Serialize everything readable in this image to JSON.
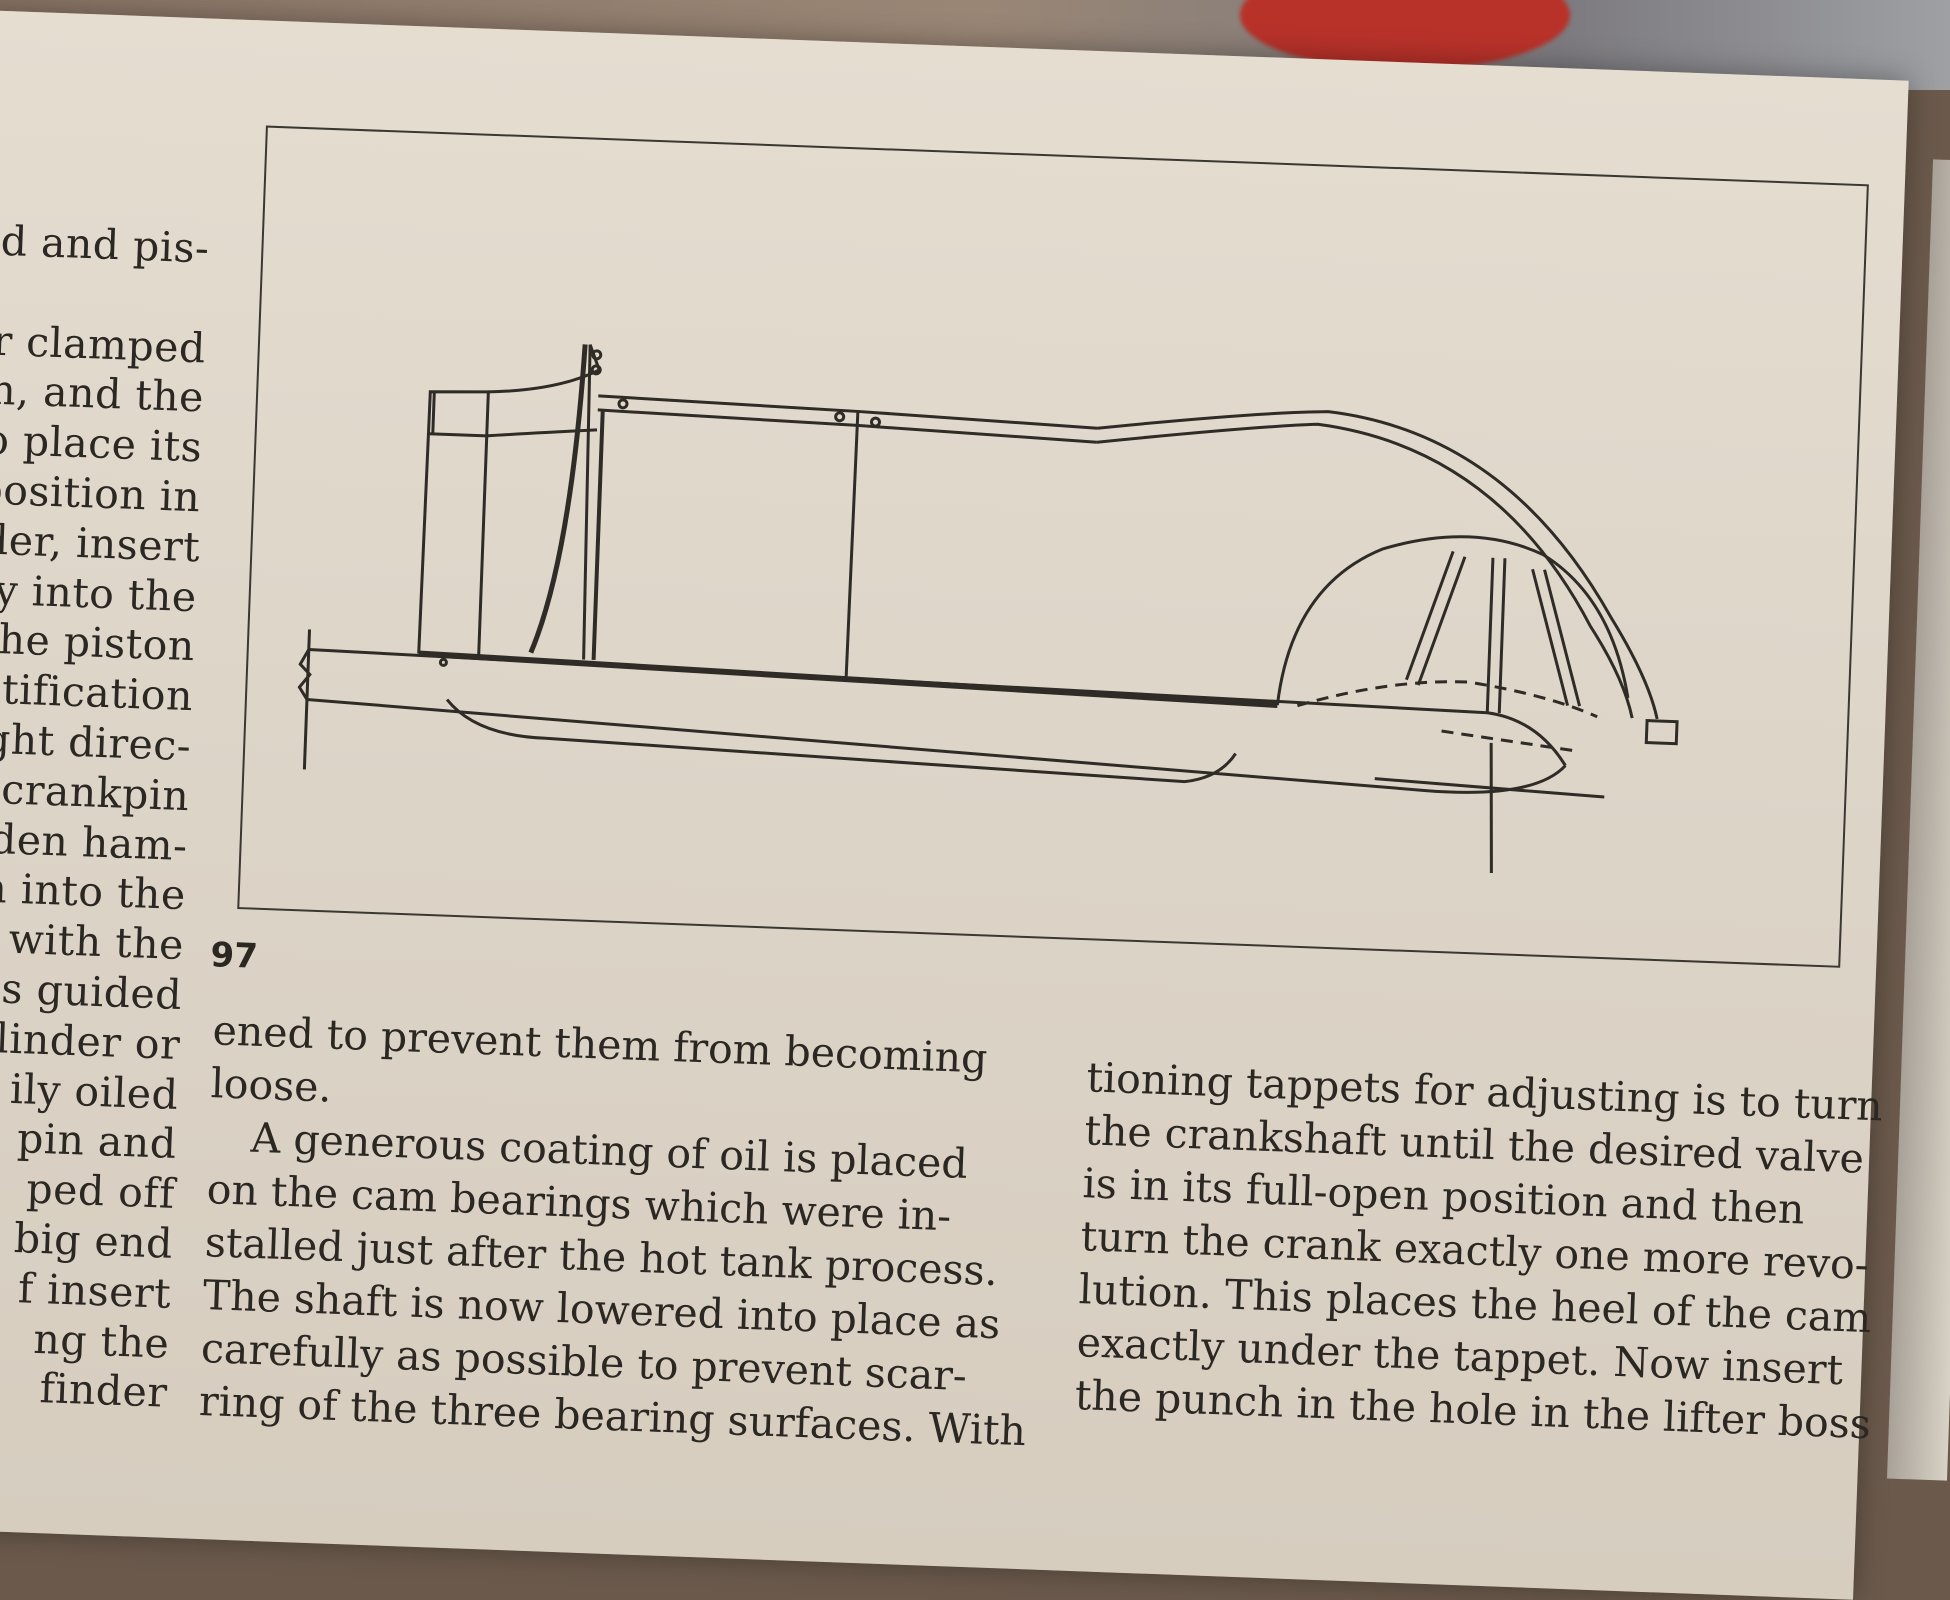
{
  "left_column": {
    "lines": [
      "d  and  pis-",
      "",
      "r   clamped",
      "n,  and  the",
      "o  place  its",
      "position  in",
      "ider,  insert",
      "y  into  the",
      "the  piston",
      "ntification",
      "ght  direc-",
      "crankpin",
      "den  ham-",
      "n  into  the",
      "with  the",
      "s  guided",
      "linder  or",
      "ily  oiled",
      "pin  and",
      "ped  off",
      "big  end",
      "f  insert",
      "ng  the",
      "finder"
    ]
  },
  "figure": {
    "number": "97"
  },
  "middle_column": {
    "lines": [
      "ened  to  prevent  them  from  becoming",
      "loose.",
      "A  generous  coating  of  oil  is  placed",
      "on  the  cam  bearings  which  were  in-",
      "stalled  just  after  the  hot  tank  process.",
      "The  shaft  is  now  lowered  into  place  as",
      "carefully  as  possible  to  prevent  scar-",
      "ring  of  the  three  bearing  surfaces.  With"
    ]
  },
  "right_column": {
    "lines": [
      "tioning  tappets  for  adjusting  is  to  turn",
      "the  crankshaft  until  the  desired  valve",
      "is  in  its  full-open  position  and  then",
      "turn  the  crank  exactly  one  more  revo-",
      "lution.  This  places  the  heel  of  the  cam",
      "exactly  under  the  tappet.  Now  insert",
      "the  punch  in  the  hole  in  the  lifter  boss"
    ]
  }
}
